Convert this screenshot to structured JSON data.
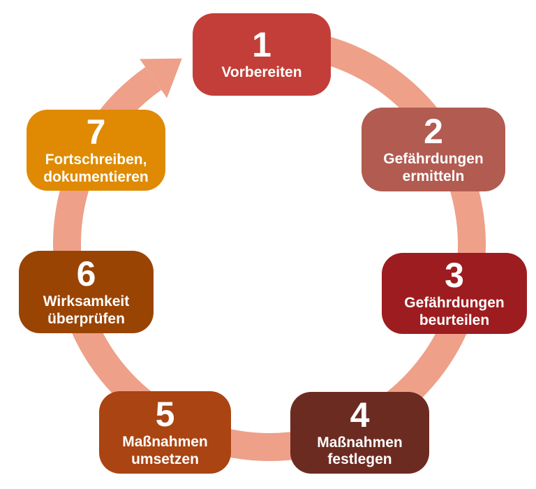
{
  "diagram": {
    "type": "circular-process-cycle",
    "direction": "clockwise",
    "background_color": "#ffffff",
    "text_color": "#ffffff"
  },
  "ring": {
    "color": "#EEA089",
    "arrowhead": "points-to-step-1"
  },
  "steps": [
    {
      "number": "1",
      "label": "Vorbereiten",
      "color": "#C33E38"
    },
    {
      "number": "2",
      "label": "Gefährdungen\nermitteln",
      "color": "#B15B51"
    },
    {
      "number": "3",
      "label": "Gefährdungen\nbeurteilen",
      "color": "#9D1C1F"
    },
    {
      "number": "4",
      "label": "Maßnahmen\nfestlegen",
      "color": "#6C2B21"
    },
    {
      "number": "5",
      "label": "Maßnahmen\numsetzen",
      "color": "#AA4412"
    },
    {
      "number": "6",
      "label": "Wirksamkeit\nüberprüfen",
      "color": "#9A4404"
    },
    {
      "number": "7",
      "label": "Fortschreiben,\ndokumentieren",
      "color": "#DF8A02"
    }
  ]
}
